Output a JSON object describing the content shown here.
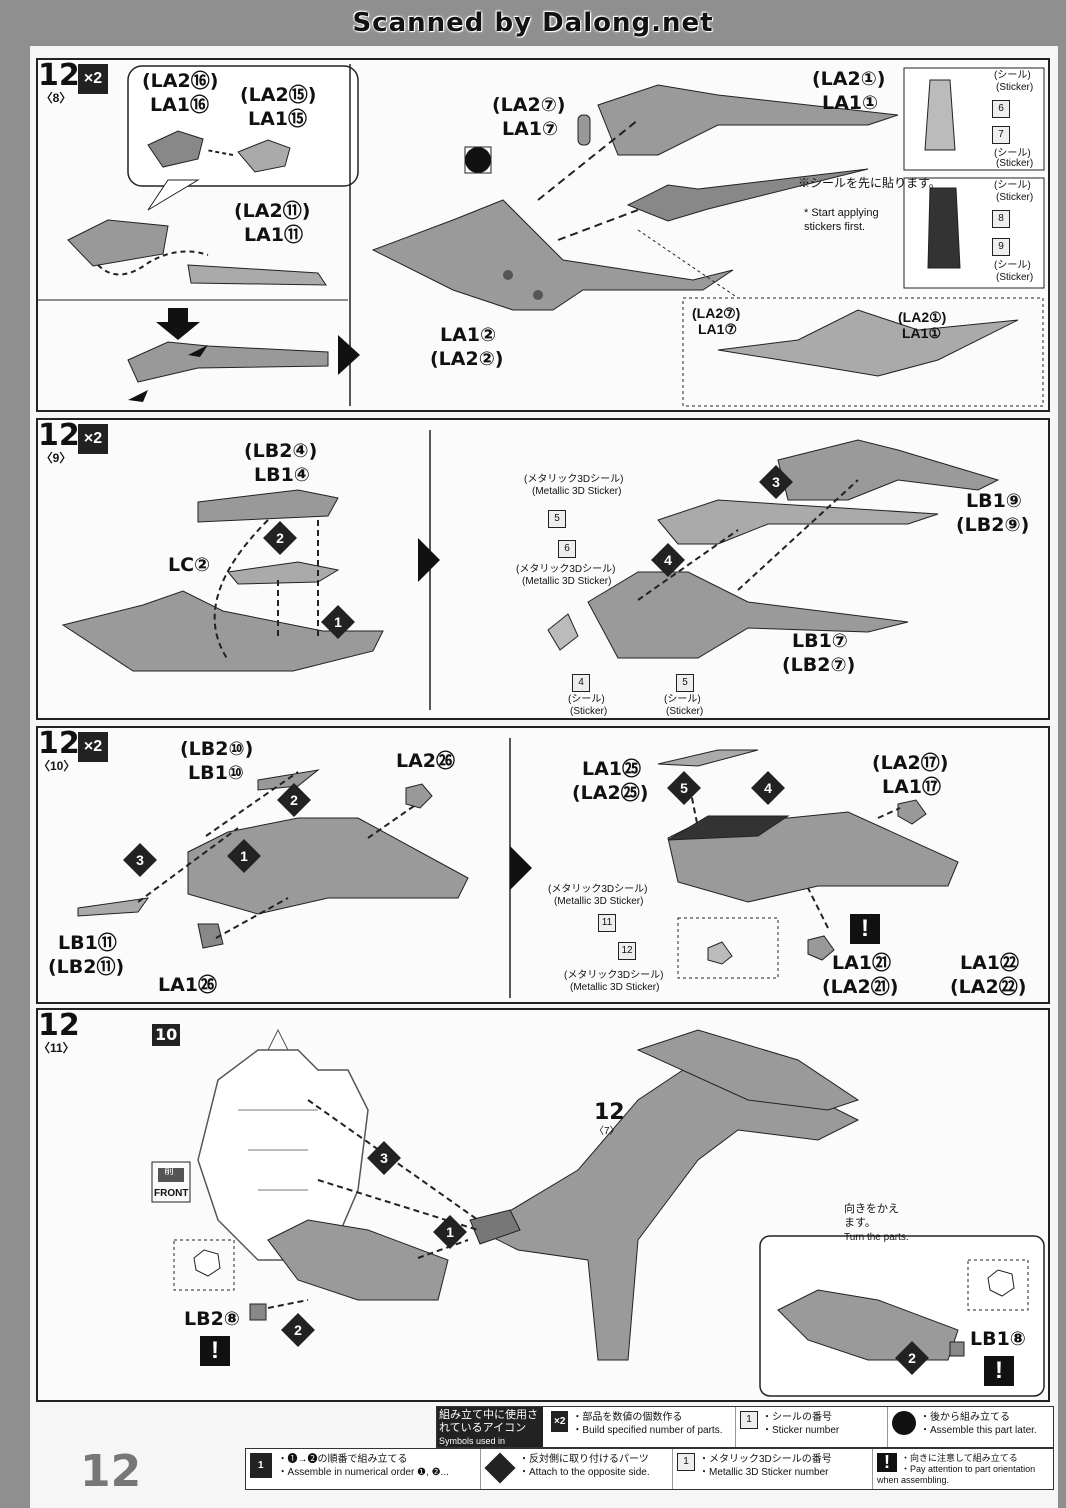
{
  "watermark": "Scanned by Dalong.net",
  "page_number": "12",
  "steps": [
    {
      "step": "12",
      "sub": "〈8〉",
      "multiplier": "×2",
      "labels": [
        "(LA2⑯)",
        "LA1⑯",
        "(LA2⑮)",
        "LA1⑮",
        "(LA2⑪)",
        "LA1⑪",
        "(LA2⑦)",
        "LA1⑦",
        "(LA2①)",
        "LA1①",
        "LA1②",
        "(LA2②)",
        "(LA2⑦)",
        "LA1⑦",
        "(LA2①)",
        "LA1①"
      ],
      "note_jp": "※シールを先に貼ります。",
      "note_en": "* Start applying stickers first.",
      "sticker_jp": "(シール)",
      "sticker_en": "(Sticker)",
      "stickers": [
        "6",
        "7",
        "8",
        "9"
      ]
    },
    {
      "step": "12",
      "sub": "〈9〉",
      "multiplier": "×2",
      "labels": [
        "(LB2④)",
        "LB1④",
        "LC②",
        "LB1⑨",
        "(LB2⑨)",
        "LB1⑦",
        "(LB2⑦)"
      ],
      "metallic_jp": "(メタリック3Dシール)",
      "metallic_en": "(Metallic 3D Sticker)",
      "sticker_jp": "(シール)",
      "sticker_en": "(Sticker)",
      "stickers": [
        "5",
        "6",
        "4",
        "5"
      ],
      "sequence": [
        "1",
        "2",
        "3",
        "4"
      ]
    },
    {
      "step": "12",
      "sub": "〈10〉",
      "multiplier": "×2",
      "labels": [
        "(LB2⑩)",
        "LB1⑩",
        "LA2㉖",
        "LB1⑪",
        "(LB2⑪)",
        "LA1㉖",
        "LA1㉕",
        "(LA2㉕)",
        "(LA2⑰)",
        "LA1⑰",
        "LA1㉑",
        "(LA2㉑)",
        "LA1㉒",
        "(LA2㉒)"
      ],
      "metallic_jp": "(メタリック3Dシール)",
      "metallic_en": "(Metallic 3D Sticker)",
      "stickers": [
        "11",
        "12"
      ],
      "sequence": [
        "1",
        "2",
        "3",
        "4",
        "5"
      ]
    },
    {
      "step": "12",
      "sub": "〈11〉",
      "labels": [
        "10",
        "12",
        "〈7〉",
        "LB2⑧",
        "LB1⑧"
      ],
      "front_jp": "前",
      "front_en": "FRONT",
      "turn_jp": "向きをかえます。",
      "turn_en": "Turn the parts.",
      "sequence": [
        "1",
        "2",
        "3"
      ]
    }
  ],
  "legend": {
    "title_jp": "組み立て中に使用されているアイコン",
    "title_en": "Symbols used in instructions",
    "items": [
      {
        "icon": "×2",
        "jp": "・部品を数値の個数作る",
        "en": "・Build specified number of parts."
      },
      {
        "icon": "1",
        "jp": "・シールの番号",
        "en": "・Sticker number"
      },
      {
        "icon": "half-circle-icon",
        "jp": "・後から組み立てる",
        "en": "・Assemble this part later."
      },
      {
        "icon": "1",
        "jp": "・❶→❷の順番で組み立てる",
        "en": "・Assemble in numerical order ❶, ❷..."
      },
      {
        "icon": "flip-icon",
        "jp": "・反対側に取り付けるパーツ",
        "en": "・Attach to the opposite side."
      },
      {
        "icon": "1",
        "jp": "・メタリック3Dシールの番号",
        "en": "・Metallic 3D Sticker number"
      },
      {
        "icon": "!",
        "jp": "・向きに注意して組み立てる",
        "en": "・Pay attention to part orientation when assembling."
      }
    ]
  }
}
